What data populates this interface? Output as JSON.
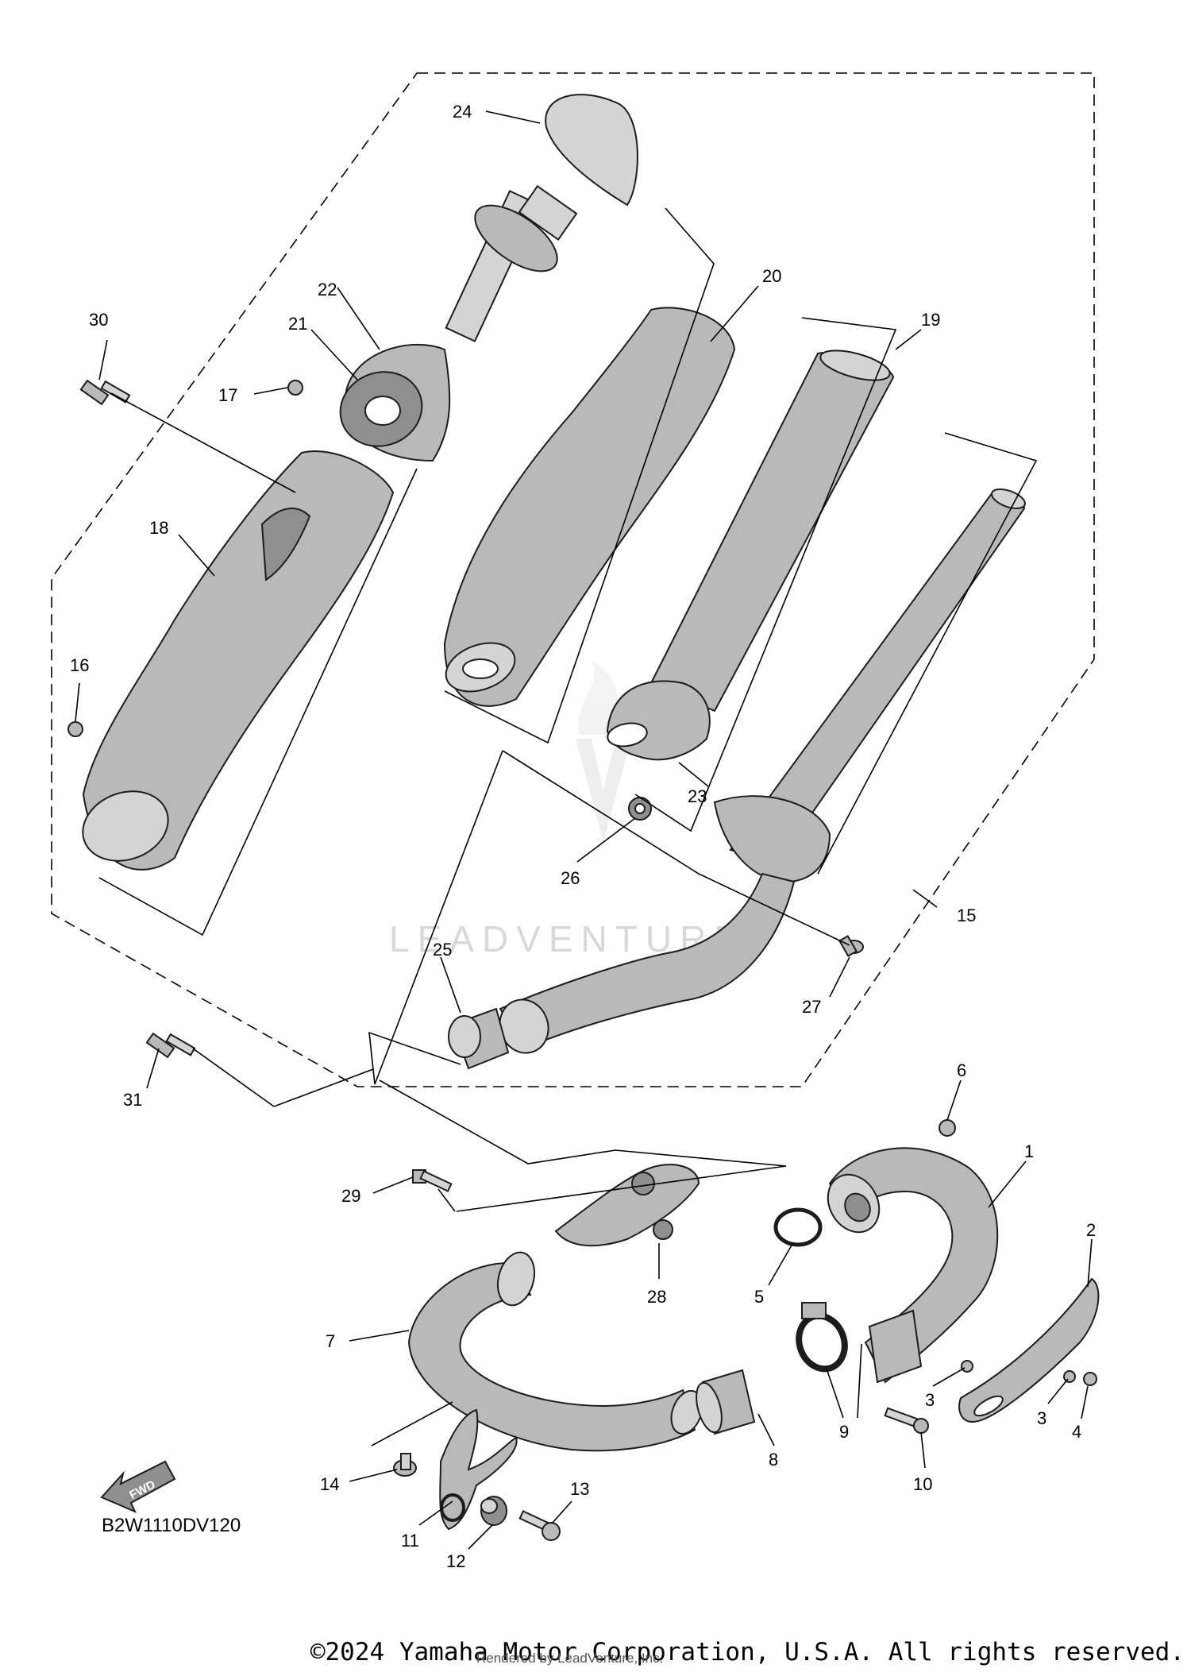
{
  "diagram": {
    "code": "B2W1110DV120",
    "fwd_label": "FWD",
    "watermark": "LEADVENTURE",
    "callouts": [
      "1",
      "2",
      "3",
      "3",
      "4",
      "5",
      "6",
      "7",
      "8",
      "9",
      "10",
      "11",
      "12",
      "13",
      "14",
      "15",
      "16",
      "17",
      "18",
      "19",
      "20",
      "21",
      "22",
      "23",
      "24",
      "25",
      "26",
      "27",
      "28",
      "29",
      "30",
      "31"
    ]
  },
  "footer": {
    "copyright": "©2024 Yamaha Motor Corporation, U.S.A. All rights reserved.",
    "rendered_by": "Rendered by LeadVenture, Inc."
  }
}
